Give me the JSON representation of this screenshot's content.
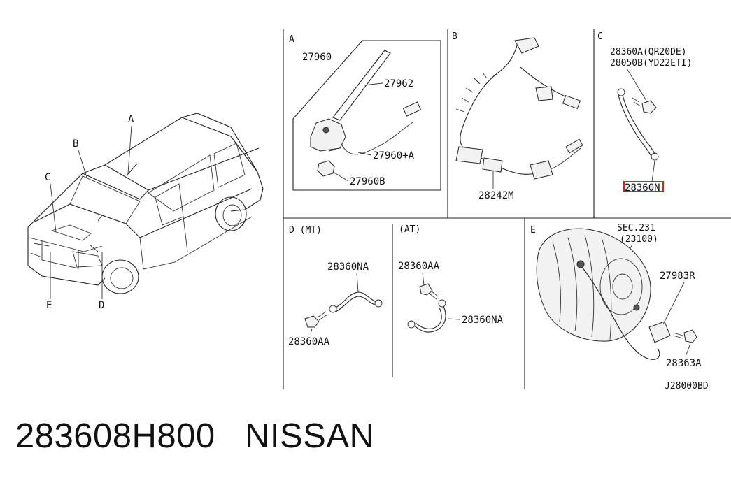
{
  "caption": {
    "part_number": "283608H800",
    "brand": "NISSAN"
  },
  "vehicle": {
    "callouts": [
      "A",
      "B",
      "C",
      "D",
      "E"
    ]
  },
  "section_a": {
    "letter": "A",
    "parts": [
      "27960",
      "27962",
      "27960+A",
      "27960B"
    ]
  },
  "section_b": {
    "letter": "B",
    "parts": [
      "28242M"
    ]
  },
  "section_c": {
    "letter": "C",
    "notes": [
      "28360A(QR20DE)",
      "28050B(YD22ETI)"
    ],
    "highlighted_part": "28360N",
    "highlight_color": "#e02020"
  },
  "section_d": {
    "letter_mt": "D (MT)",
    "label_at": "(AT)",
    "mt_parts": [
      "28360NA",
      "28360AA"
    ],
    "at_parts": [
      "28360AA",
      "28360NA"
    ]
  },
  "section_e": {
    "letter": "E",
    "ref_line1": "SEC.231",
    "ref_line2": "(23100)",
    "parts": [
      "27983R",
      "28363A"
    ]
  },
  "diagram_code": "J28000BD"
}
